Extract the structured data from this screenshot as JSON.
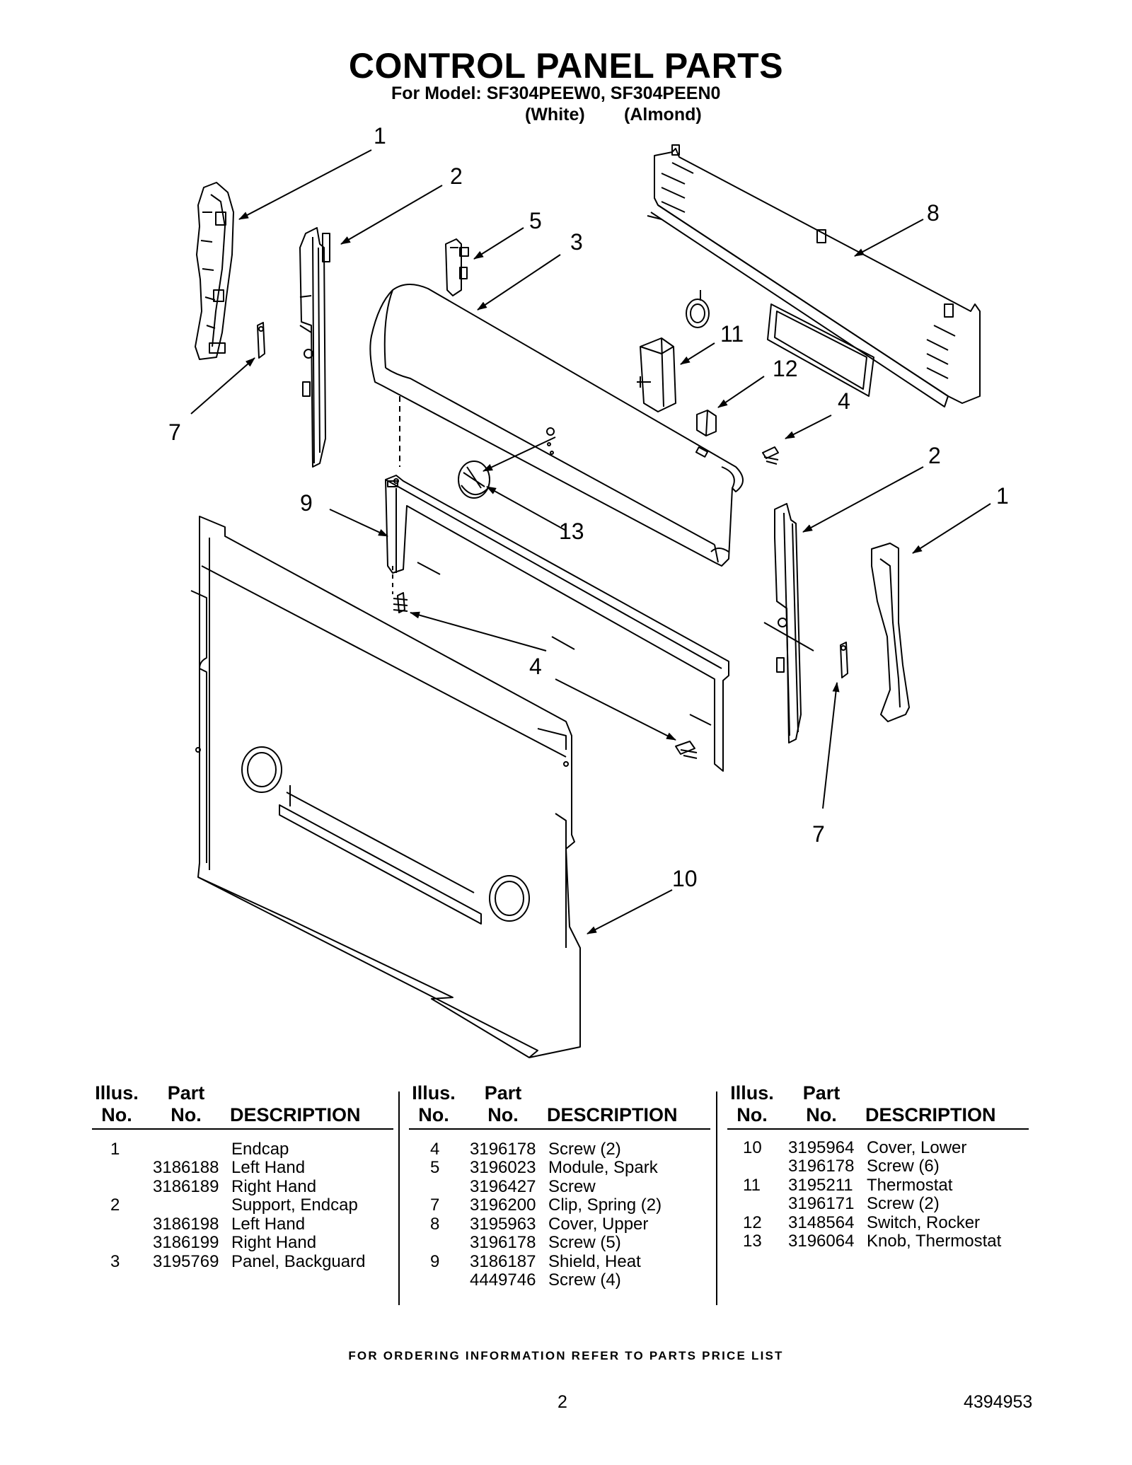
{
  "header": {
    "title": "CONTROL PANEL PARTS",
    "model_line": "For Model: SF304PEEW0, SF304PEEN0",
    "variant_white": "(White)",
    "variant_almond": "(Almond)"
  },
  "diagram": {
    "callouts": [
      "1",
      "2",
      "5",
      "3",
      "8",
      "11",
      "12",
      "4",
      "7",
      "2",
      "1",
      "9",
      "13",
      "4",
      "7",
      "10"
    ]
  },
  "table": {
    "headers": {
      "illus": "Illus.",
      "no": "No.",
      "part": "Part",
      "description": "DESCRIPTION"
    },
    "columns": [
      {
        "rows": [
          {
            "illus": "1",
            "part": "",
            "desc": "Endcap"
          },
          {
            "illus": "",
            "part": "3186188",
            "desc": "Left Hand"
          },
          {
            "illus": "",
            "part": "3186189",
            "desc": "Right Hand"
          },
          {
            "illus": "2",
            "part": "",
            "desc": "Support, Endcap"
          },
          {
            "illus": "",
            "part": "3186198",
            "desc": "Left Hand"
          },
          {
            "illus": "",
            "part": "3186199",
            "desc": "Right Hand"
          },
          {
            "illus": "3",
            "part": "3195769",
            "desc": "Panel, Backguard"
          }
        ]
      },
      {
        "rows": [
          {
            "illus": "4",
            "part": "3196178",
            "desc": "Screw (2)"
          },
          {
            "illus": "5",
            "part": "3196023",
            "desc": "Module, Spark"
          },
          {
            "illus": "",
            "part": "3196427",
            "desc": "Screw"
          },
          {
            "illus": "7",
            "part": "3196200",
            "desc": "Clip, Spring (2)"
          },
          {
            "illus": "8",
            "part": "3195963",
            "desc": "Cover, Upper"
          },
          {
            "illus": "",
            "part": "3196178",
            "desc": "Screw (5)"
          },
          {
            "illus": "9",
            "part": "3186187",
            "desc": "Shield, Heat"
          },
          {
            "illus": "",
            "part": "4449746",
            "desc": "Screw (4)"
          }
        ]
      },
      {
        "rows": [
          {
            "illus": "10",
            "part": "3195964",
            "desc": "Cover, Lower"
          },
          {
            "illus": "",
            "part": "3196178",
            "desc": "Screw (6)"
          },
          {
            "illus": "11",
            "part": "3195211",
            "desc": "Thermostat"
          },
          {
            "illus": "",
            "part": "3196171",
            "desc": "Screw (2)"
          },
          {
            "illus": "12",
            "part": "3148564",
            "desc": "Switch, Rocker"
          },
          {
            "illus": "13",
            "part": "3196064",
            "desc": "Knob, Thermostat"
          }
        ]
      }
    ]
  },
  "footer": {
    "ordering_note": "FOR ORDERING INFORMATION REFER TO PARTS PRICE LIST",
    "page_number": "2",
    "document_number": "4394953"
  }
}
